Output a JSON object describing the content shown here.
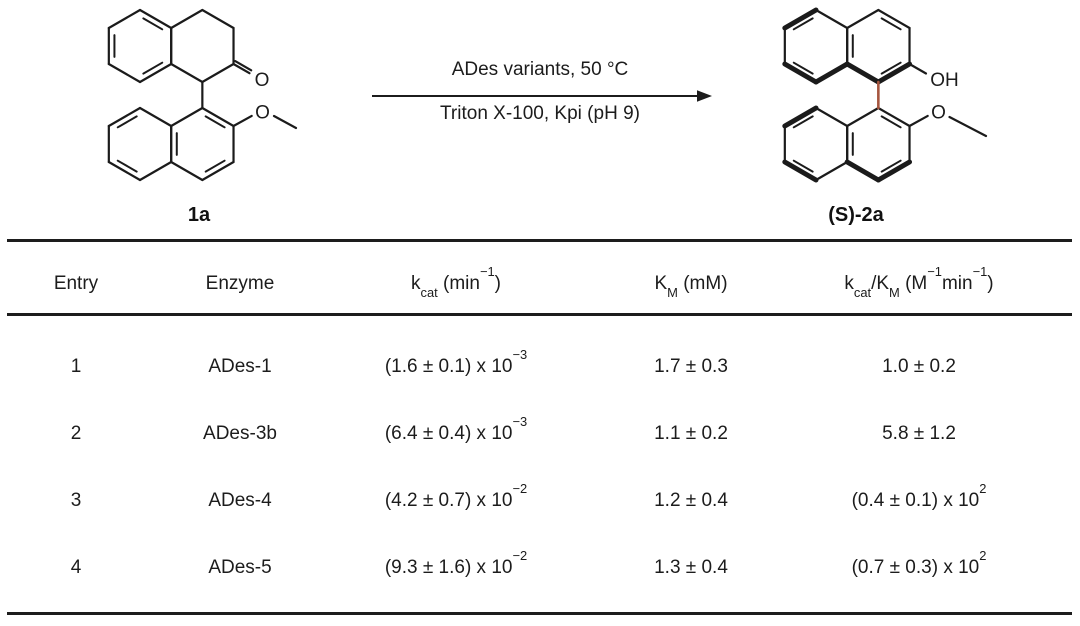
{
  "scheme": {
    "reactant": {
      "label": "1a",
      "ketone_atom": "O",
      "methoxy_atom": "O"
    },
    "product": {
      "label": "(S)-2a",
      "hydroxyl_atom": "OH",
      "methoxy_atom": "O"
    },
    "arrow_text_top": "ADes variants, 50 °C",
    "arrow_text_bottom": "Triton X-100, Kpi (pH 9)",
    "axial_bond_color": "#a6563f"
  },
  "table": {
    "columns": [
      {
        "id": "entry",
        "label_html": "Entry"
      },
      {
        "id": "enzyme",
        "label_html": "Enzyme"
      },
      {
        "id": "kcat",
        "label_html": "k<sub>cat</sub> (min<sup>−1</sup>)"
      },
      {
        "id": "km",
        "label_html": "K<sub>M</sub> (mM)"
      },
      {
        "id": "kcat_km",
        "label_html": "k<sub>cat</sub>/K<sub>M</sub> (M<sup>−1</sup>min<sup>−1</sup>)"
      }
    ],
    "rows": [
      {
        "entry": "1",
        "enzyme": "ADes-1",
        "kcat_html": "(1.6 ± 0.1) x 10<sup>−3</sup>",
        "km": "1.7 ± 0.3",
        "kcat_km_html": "1.0 ± 0.2"
      },
      {
        "entry": "2",
        "enzyme": "ADes-3b",
        "kcat_html": "(6.4 ± 0.4) x 10<sup>−3</sup>",
        "km": "1.1 ± 0.2",
        "kcat_km_html": "5.8 ± 1.2"
      },
      {
        "entry": "3",
        "enzyme": "ADes-4",
        "kcat_html": "(4.2 ± 0.7) x 10<sup>−2</sup>",
        "km": "1.2 ± 0.4",
        "kcat_km_html": "(0.4 ± 0.1) x 10<sup>2</sup>"
      },
      {
        "entry": "4",
        "enzyme": "ADes-5",
        "kcat_html": "(9.3 ± 1.6) x 10<sup>−2</sup>",
        "km": "1.3 ± 0.4",
        "kcat_km_html": "(0.7 ± 0.3) x 10<sup>2</sup>"
      }
    ]
  }
}
